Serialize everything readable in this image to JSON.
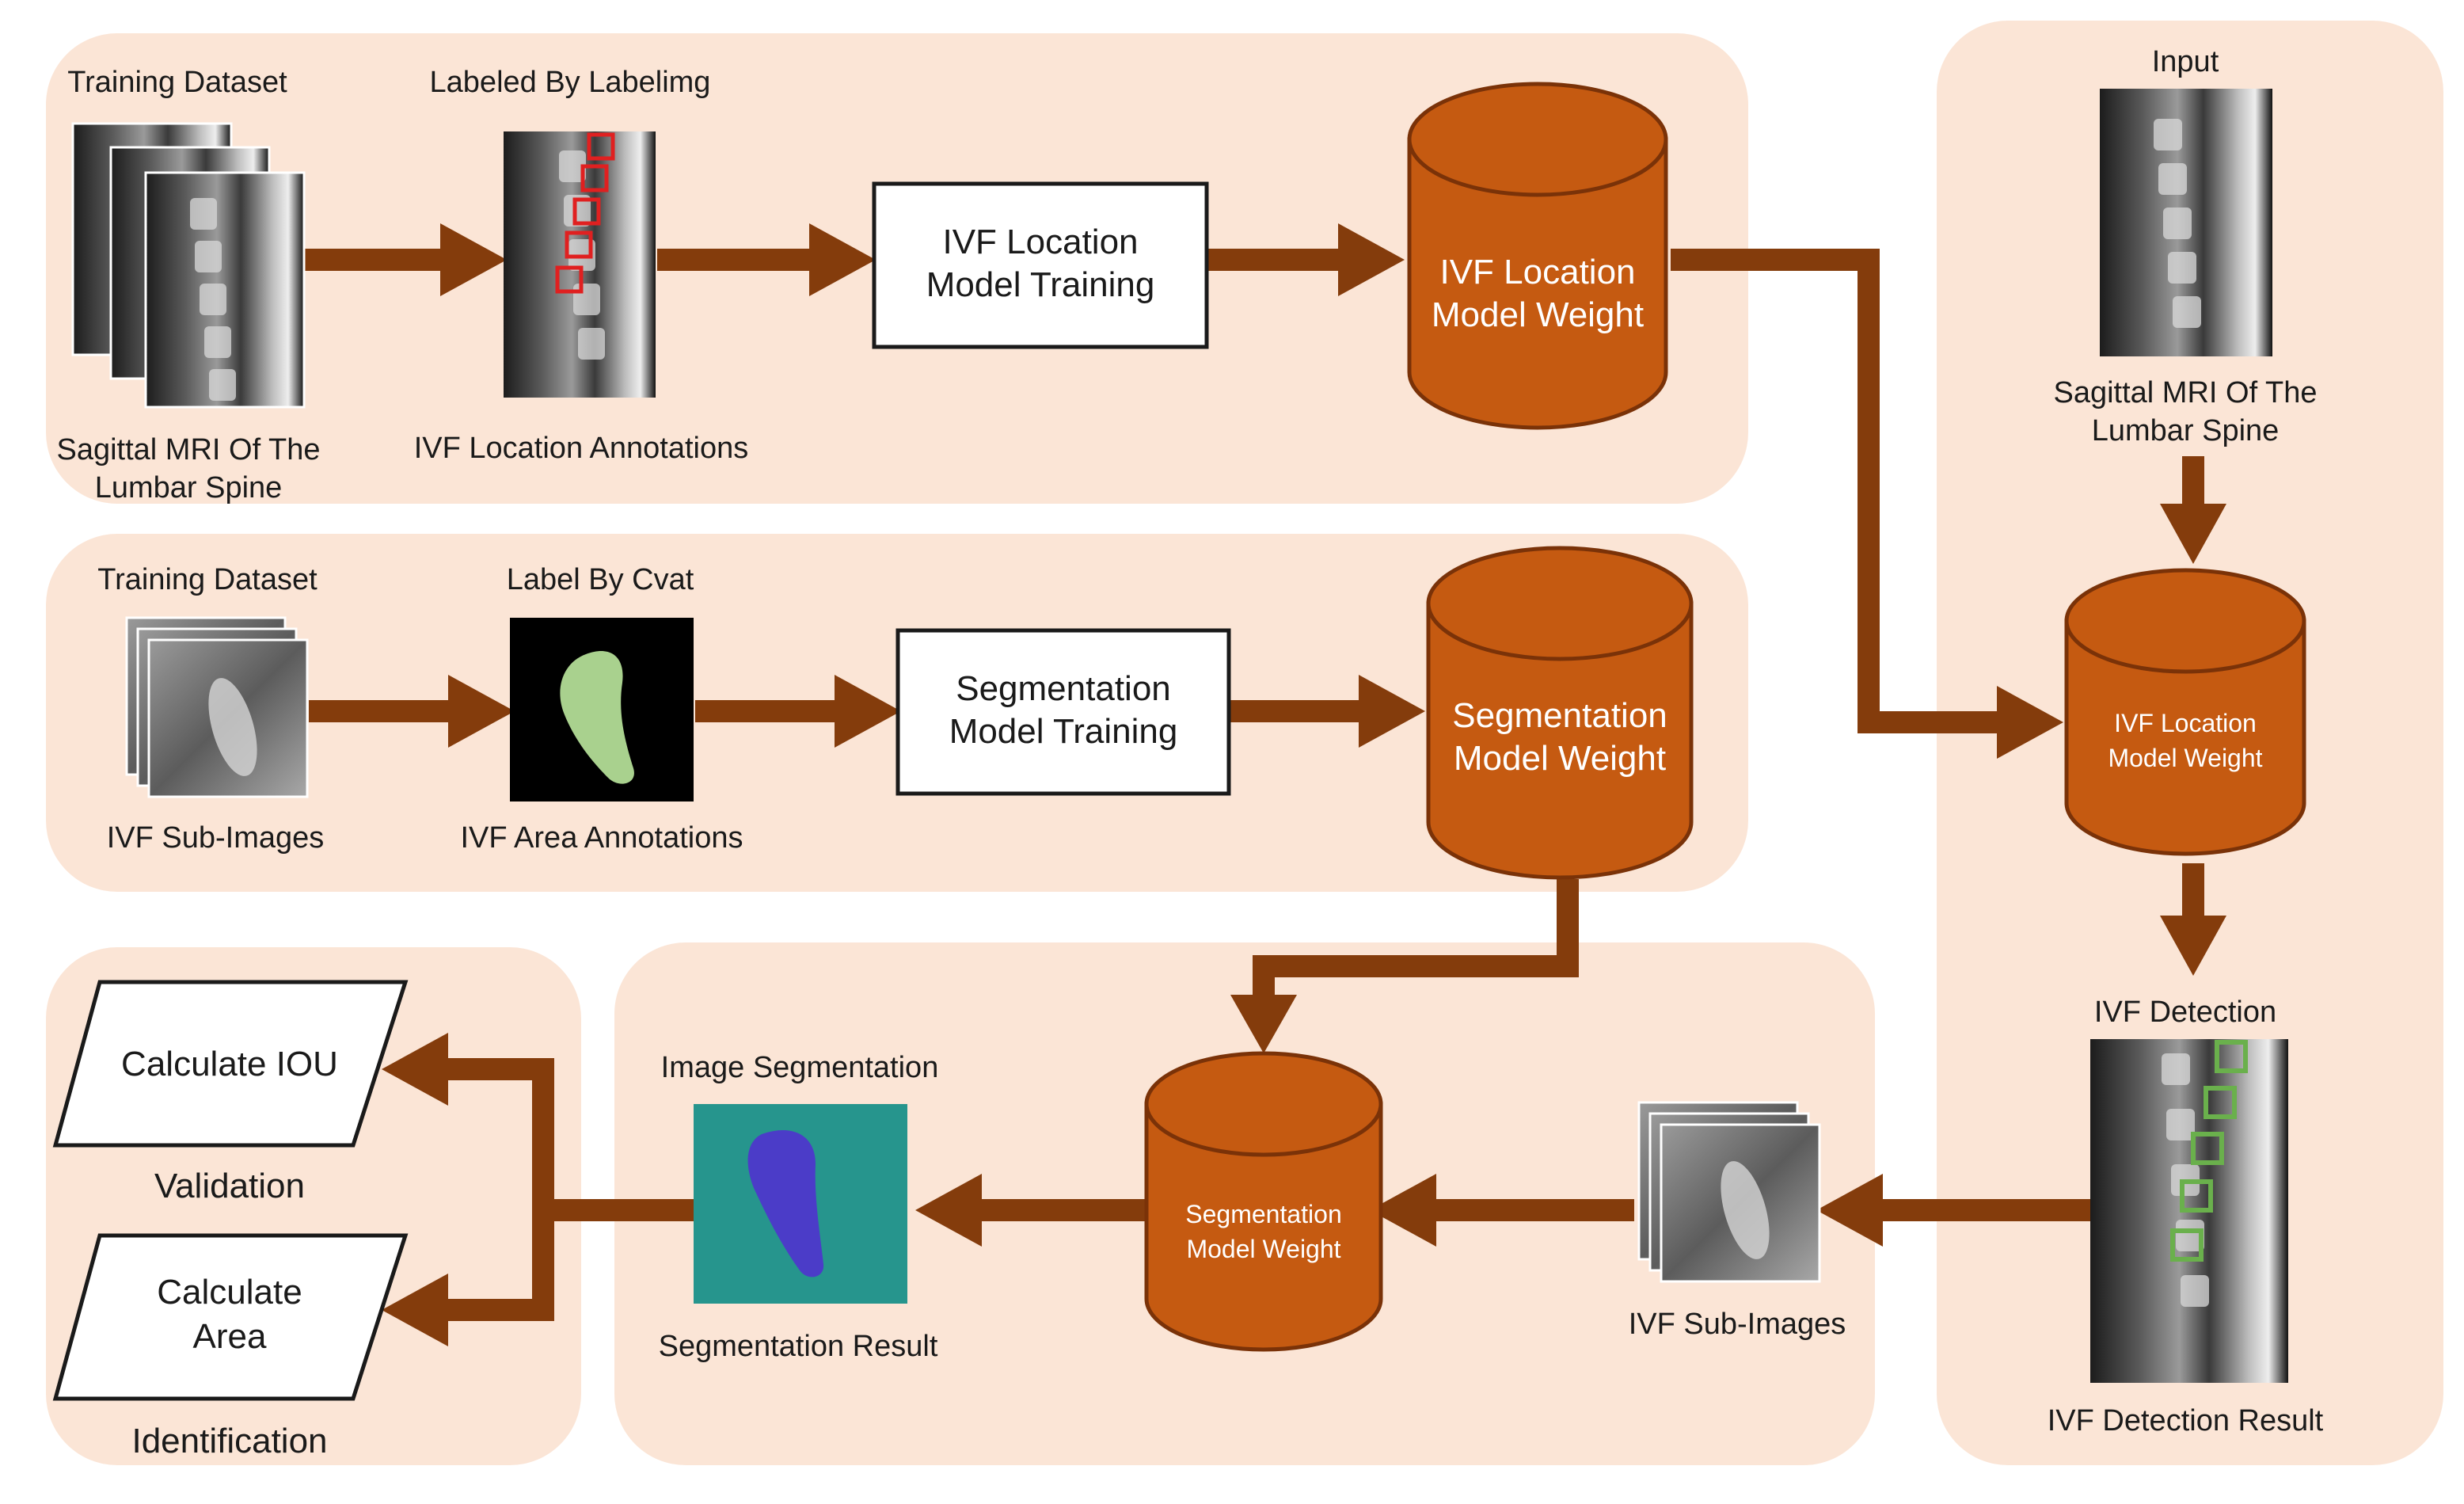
{
  "colors": {
    "panel": "#fbe5d6",
    "arrow": "#843c0c",
    "cylinder": "#c55a11",
    "cylinder_edge": "#7a3208",
    "annotation_red": "#e02020",
    "annotation_green": "#6ab04c",
    "mask_green": "#a9d18e",
    "seg_bg": "#2aa198",
    "seg_mask": "#4b3cc8"
  },
  "panel_location_training": {
    "training_dataset_label": "Training Dataset",
    "mri_caption_line1": "Sagittal MRI Of The",
    "mri_caption_line2": "Lumbar Spine",
    "labeled_by_label": "Labeled By Labelimg",
    "annotations_caption": "IVF Location Annotations",
    "training_box_line1": "IVF Location",
    "training_box_line2": "Model Training",
    "weight_line1": "IVF Location",
    "weight_line2": "Model Weight"
  },
  "panel_segmentation_training": {
    "training_dataset_label": "Training Dataset",
    "label_by_label": "Label By Cvat",
    "subimages_caption": "IVF Sub-Images",
    "area_annotations_caption": "IVF Area Annotations",
    "training_box_line1": "Segmentation",
    "training_box_line2": "Model Training",
    "weight_line1": "Segmentation",
    "weight_line2": "Model Weight"
  },
  "panel_detection": {
    "input_label": "Input",
    "mri_caption_line1": "Sagittal MRI Of The",
    "mri_caption_line2": "Lumbar Spine",
    "weight_line1": "IVF Location",
    "weight_line2": "Model Weight",
    "detection_label": "IVF Detection",
    "detection_result_caption": "IVF Detection Result"
  },
  "panel_segmentation_inference": {
    "weight_line1": "Segmentation",
    "weight_line2": "Model Weight",
    "image_segmentation_label": "Image Segmentation",
    "segmentation_result_caption": "Segmentation Result",
    "subimages_caption": "IVF Sub-Images"
  },
  "panel_outputs": {
    "calc_iou": "Calculate IOU",
    "validation_label": "Validation",
    "calc_area_line1": "Calculate",
    "calc_area_line2": "Area",
    "identification_label": "Identification"
  }
}
